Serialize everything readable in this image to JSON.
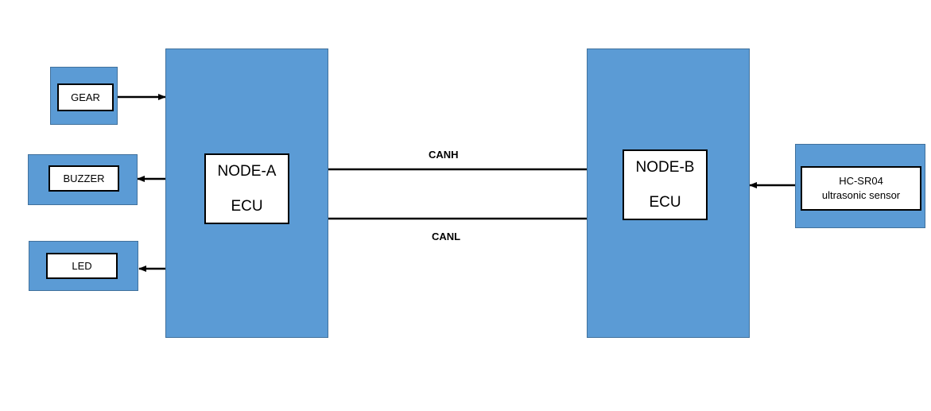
{
  "node_a": {
    "name": "NODE-A",
    "type": "ECU"
  },
  "node_b": {
    "name": "NODE-B",
    "type": "ECU"
  },
  "peripherals": {
    "gear": "GEAR",
    "buzzer": "BUZZER",
    "led": "LED",
    "sensor_line1": "HC-SR04",
    "sensor_line2": "ultrasonic sensor"
  },
  "bus": {
    "canh": "CANH",
    "canl": "CANL"
  },
  "colors": {
    "block_fill": "#5b9bd5",
    "block_border": "#41719c",
    "line": "#000000"
  }
}
